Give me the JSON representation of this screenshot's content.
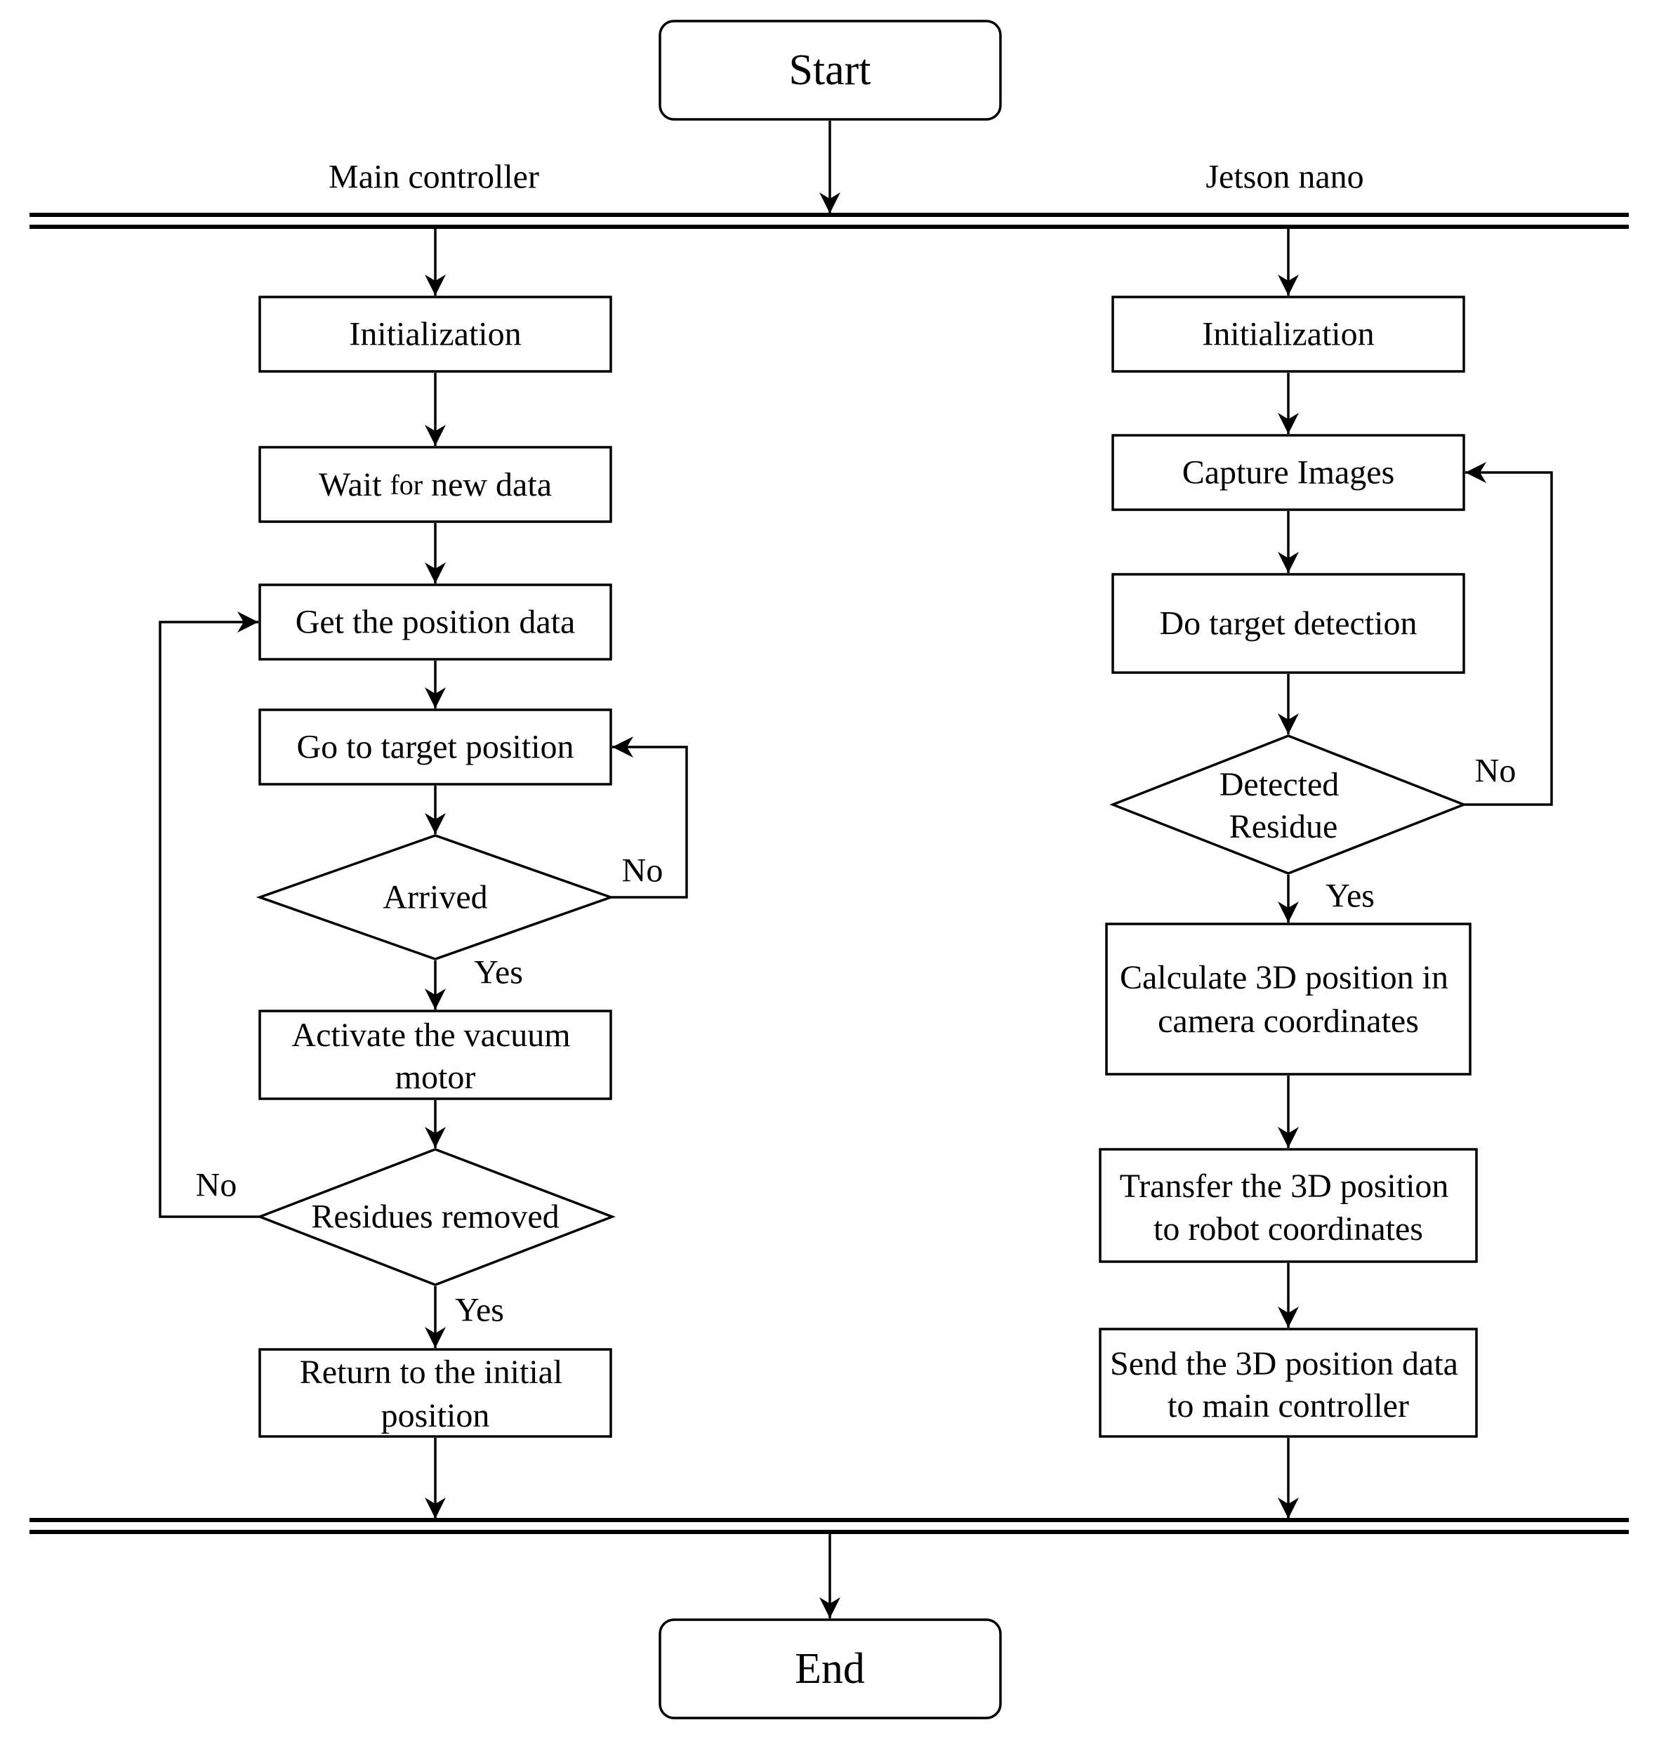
{
  "start_label": "Start",
  "end_label": "End",
  "lanes": {
    "left": "Main controller",
    "right": "Jetson nano"
  },
  "main_controller": {
    "init": "Initialization",
    "wait_prefix": "Wait ",
    "wait_for": "for",
    "wait_suffix": " new data",
    "get_position": "Get the position data",
    "go_target": "Go to target position",
    "arrived": "Arrived",
    "activate_line1": "Activate the vacuum",
    "activate_line2": "motor",
    "residues_removed": "Residues removed",
    "return_line1": "Return to the initial",
    "return_line2": "position"
  },
  "jetson": {
    "init": "Initialization",
    "capture": "Capture Images",
    "detect": "Do target detection",
    "detected_line1": "Detected",
    "detected_line2": "Residue",
    "calc_line1": "Calculate 3D position in",
    "calc_line2": "camera coordinates",
    "transfer_line1": "Transfer the 3D position",
    "transfer_line2": "to robot coordinates",
    "send_line1": "Send the 3D position data",
    "send_line2": "to main controller"
  },
  "edge_labels": {
    "yes": "Yes",
    "no": "No"
  }
}
